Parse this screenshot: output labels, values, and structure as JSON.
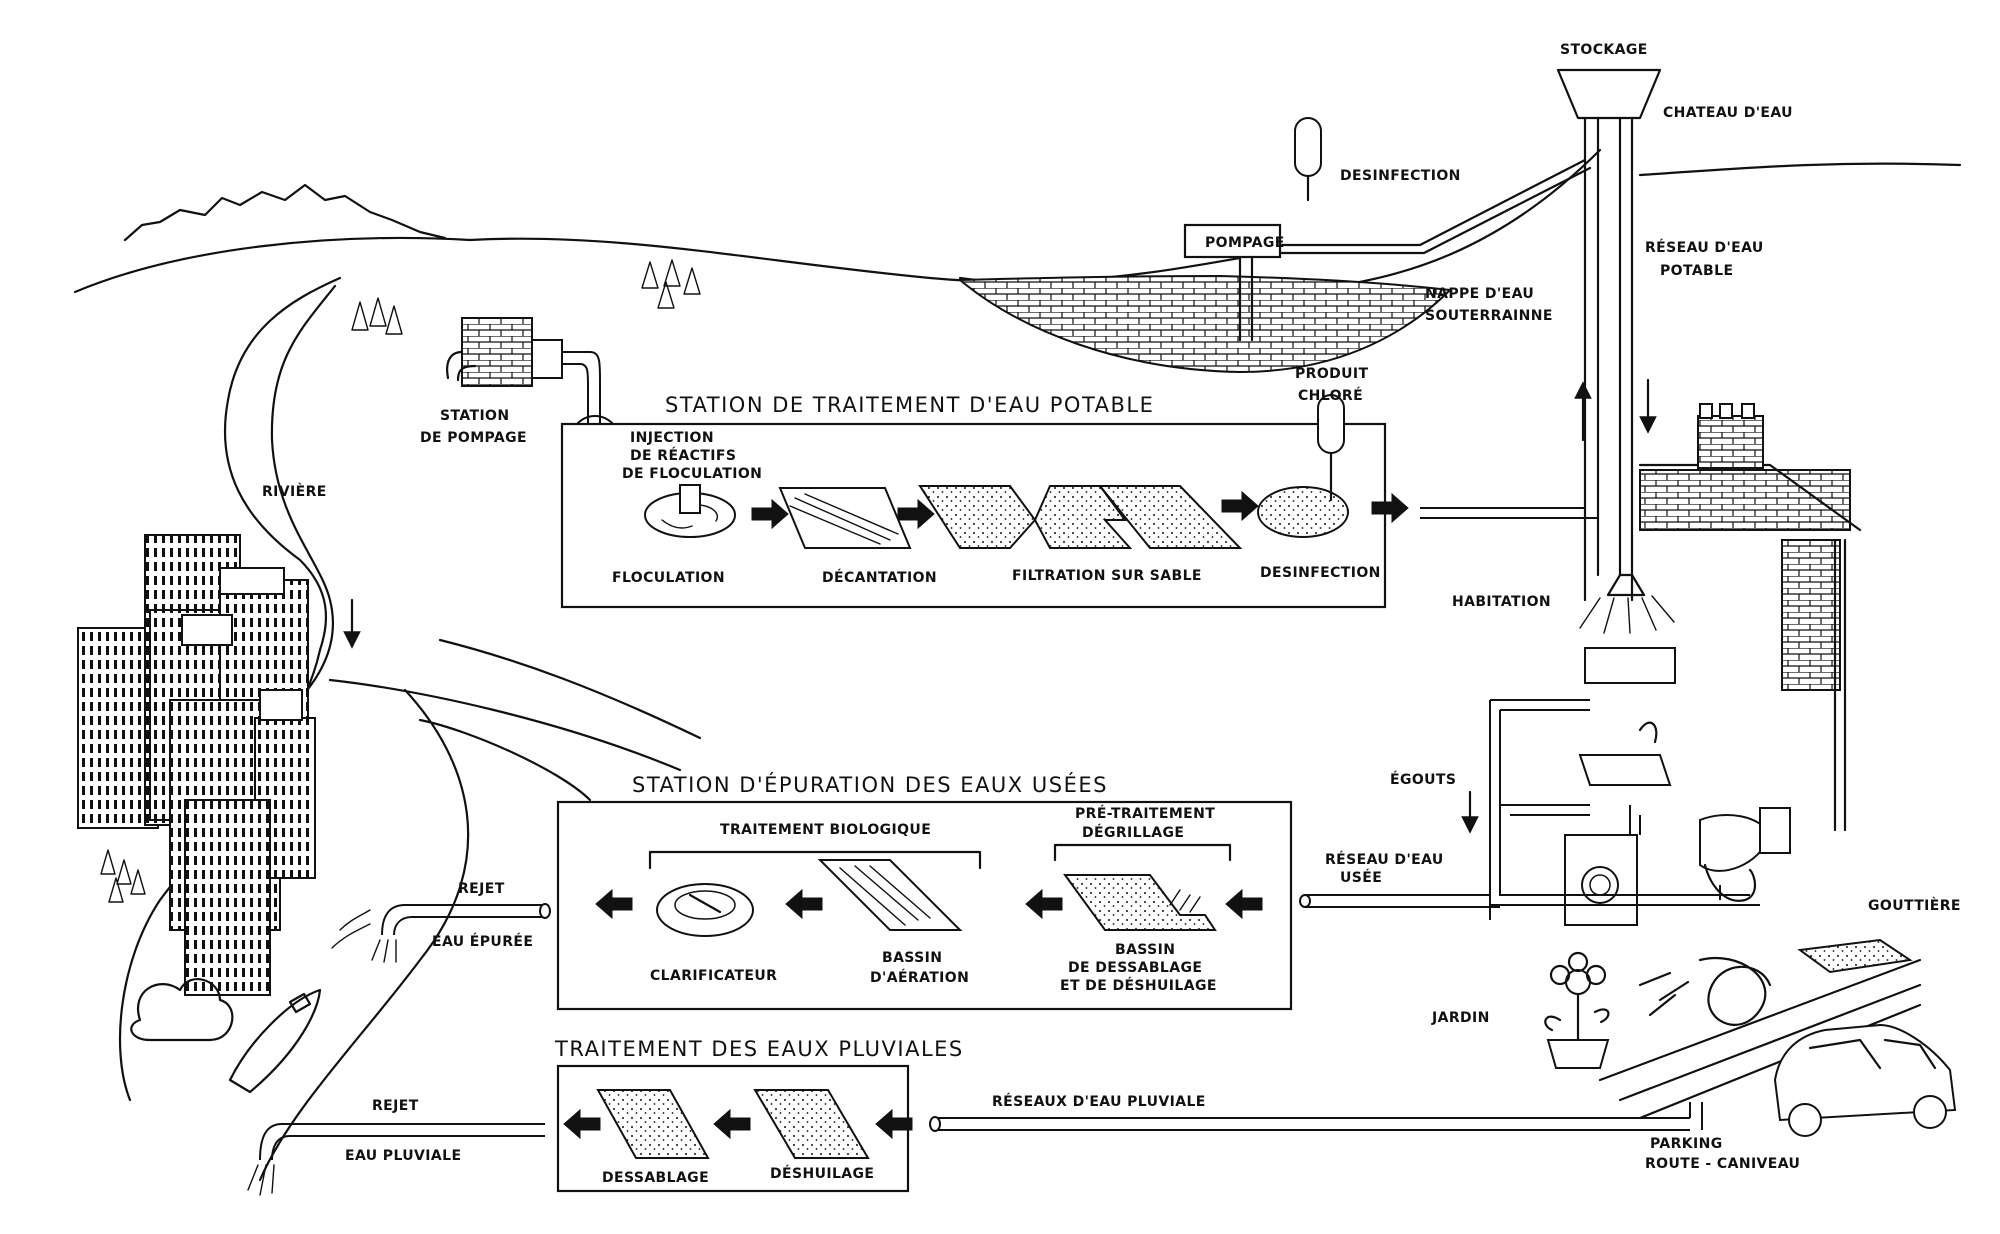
{
  "labels": {
    "stockage": "STOCKAGE",
    "chateau_eau": "CHATEAU D'EAU",
    "desinfection_top": "DESINFECTION",
    "pompage": "POMPAGE",
    "reseau_potable_1": "RÉSEAU D'EAU",
    "reseau_potable_2": "POTABLE",
    "nappe_1": "NAPPE D'EAU",
    "nappe_2": "SOUTERRAINNE",
    "produit_chlore_1": "PRODUIT",
    "produit_chlore_2": "CHLORÉ",
    "station_pompage_1": "STATION",
    "station_pompage_2": "DE POMPAGE",
    "injection_1": "INJECTION",
    "injection_2": "DE RÉACTIFS",
    "injection_3": "DE FLOCULATION",
    "riviere": "RIVIÈRE",
    "habitation": "HABITATION",
    "egouts": "ÉGOUTS",
    "reseau_usee_1": "RÉSEAU D'EAU",
    "reseau_usee_2": "USÉE",
    "gouttiere": "GOUTTIÈRE",
    "jardin": "JARDIN",
    "rejet_1": "REJET",
    "eau_epuree": "EAU ÉPURÉE",
    "rejet_2": "REJET",
    "eau_pluviale": "EAU PLUVIALE",
    "reseaux_pluviale": "RÉSEAUX D'EAU PLUVIALE",
    "parking_1": "PARKING",
    "parking_2": "ROUTE - CANIVEAU"
  },
  "potable_station": {
    "title": "STATION DE TRAITEMENT D'EAU POTABLE",
    "steps": {
      "floculation": "FLOCULATION",
      "decantation": "DÉCANTATION",
      "filtration": "FILTRATION SUR SABLE",
      "desinfection": "DESINFECTION"
    }
  },
  "wastewater_station": {
    "title": "STATION D'ÉPURATION DES EAUX USÉES",
    "biological": "TRAITEMENT BIOLOGIQUE",
    "pretreat_1": "PRÉ-TRAITEMENT",
    "pretreat_2": "DÉGRILLAGE",
    "clarificateur": "CLARIFICATEUR",
    "bassin_aeration_1": "BASSIN",
    "bassin_aeration_2": "D'AÉRATION",
    "bassin_dessablage_1": "BASSIN",
    "bassin_dessablage_2": "DE DESSABLAGE",
    "bassin_dessablage_3": "ET DE DÉSHUILAGE"
  },
  "rainwater_station": {
    "title": "TRAITEMENT DES EAUX PLUVIALES",
    "dessablage": "DESSABLAGE",
    "deshuilage": "DÉSHUILAGE"
  }
}
